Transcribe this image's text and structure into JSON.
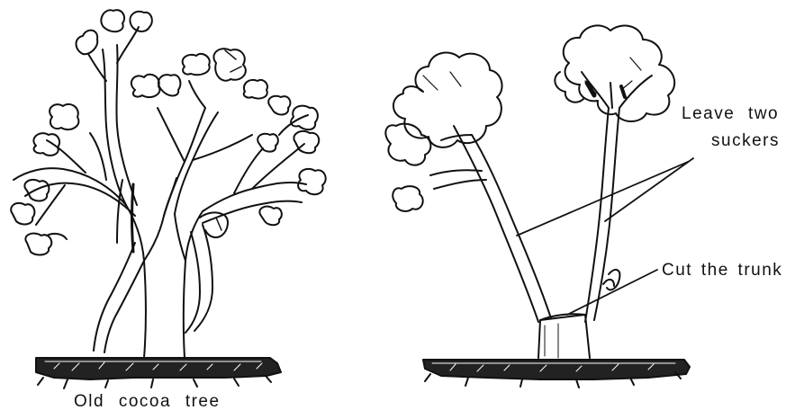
{
  "labels": {
    "old_tree": "Old cocoa tree",
    "leave_line1": "Leave two",
    "leave_line2": "suckers",
    "cut_trunk": "Cut the trunk"
  },
  "colors": {
    "ink": "#111111",
    "paper": "#ffffff"
  }
}
